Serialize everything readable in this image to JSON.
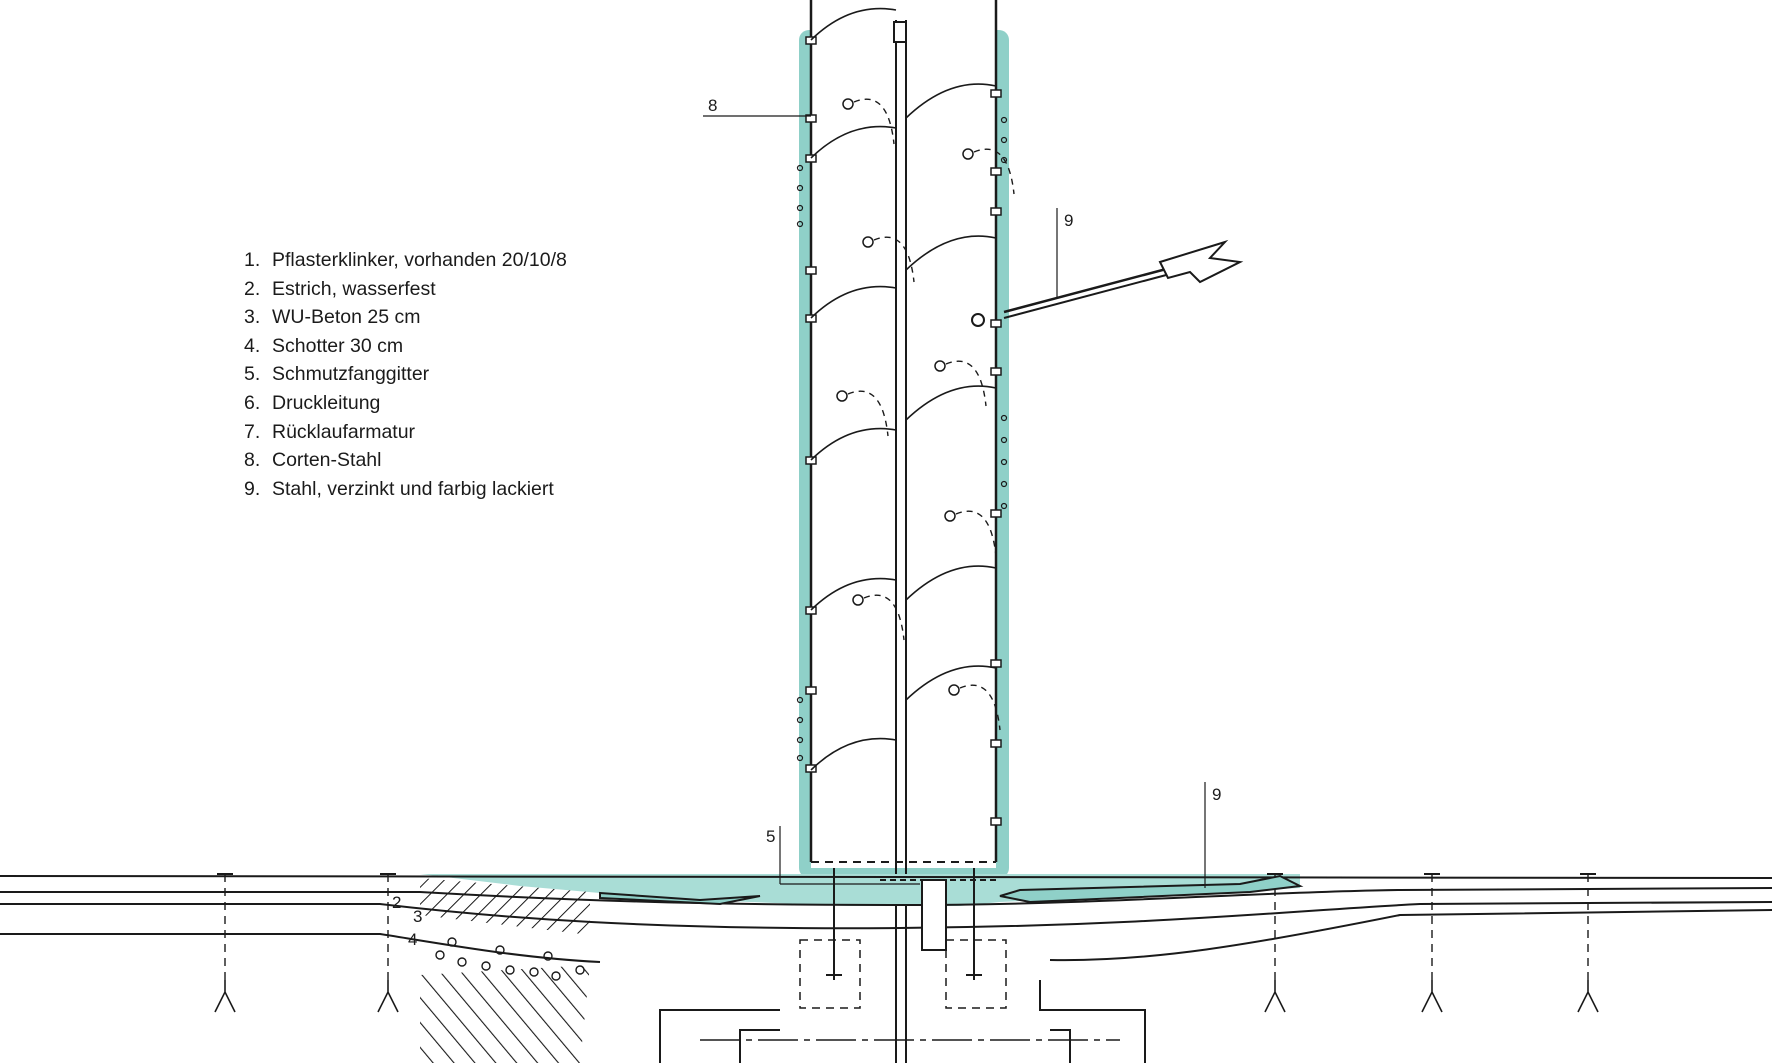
{
  "legend": [
    {
      "number": "1.",
      "text": "Pflasterklinker, vorhanden  20/10/8"
    },
    {
      "number": "2.",
      "text": "Estrich, wasserfest"
    },
    {
      "number": "3.",
      "text": "WU-Beton   25 cm"
    },
    {
      "number": "4.",
      "text": "Schotter   30 cm"
    },
    {
      "number": "5.",
      "text": "Schmutzfanggitter"
    },
    {
      "number": "6.",
      "text": "Druckleitung"
    },
    {
      "number": "7.",
      "text": "Rücklaufarmatur"
    },
    {
      "number": "8.",
      "text": "Corten-Stahl"
    },
    {
      "number": "9.",
      "text": "Stahl, verzinkt und farbig lackiert"
    }
  ],
  "callouts": {
    "column_shell": "8",
    "weathervane": "9",
    "ground_arrow": "9",
    "grate": "5",
    "layer_2": "2",
    "layer_3": "3",
    "layer_4": "4"
  },
  "colors": {
    "steel_tint": "#8fd0c8",
    "steel_fill": "#a9ddd6",
    "ink": "#1a1a1a",
    "paper": "#ffffff"
  }
}
